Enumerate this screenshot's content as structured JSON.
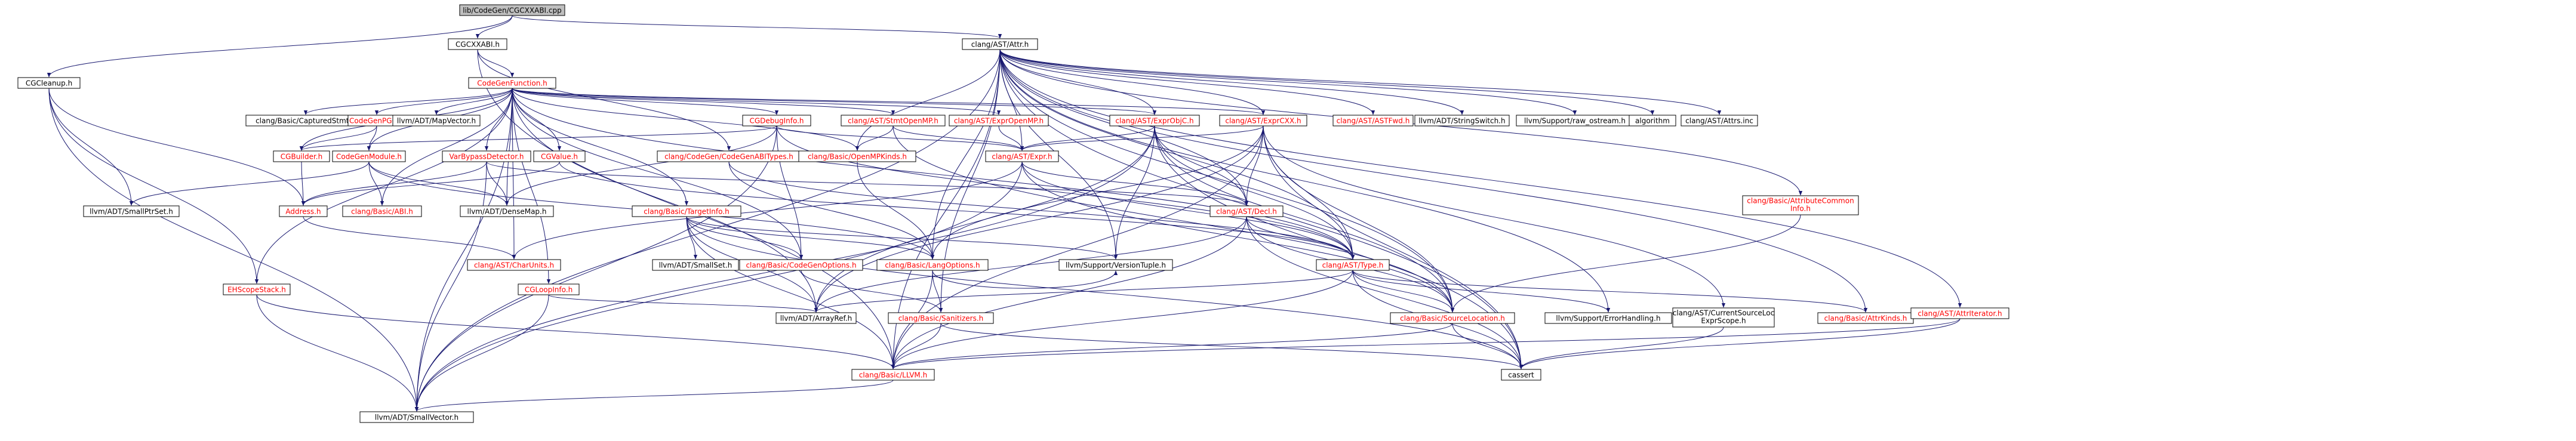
{
  "colors": {
    "edge": "#191970",
    "internal_text": "#ff0000",
    "external_text": "#000000",
    "root_fill": "#bfbfbf",
    "node_fill": "#ffffff"
  },
  "nodes": [
    {
      "id": "root",
      "label": "lib/CodeGen/CGCXXABI.cpp",
      "kind": "root"
    },
    {
      "id": "cgcxxabi",
      "label": "CGCXXABI.h",
      "kind": "external"
    },
    {
      "id": "attr",
      "label": "clang/AST/Attr.h",
      "kind": "external"
    },
    {
      "id": "cgcleanup",
      "label": "CGCleanup.h",
      "kind": "external"
    },
    {
      "id": "codegenfunction",
      "label": "CodeGenFunction.h",
      "kind": "internal"
    },
    {
      "id": "capturedstmt",
      "label": "clang/Basic/CapturedStmt.h",
      "kind": "external"
    },
    {
      "id": "codegenpgo",
      "label": "CodeGenPGO.h",
      "kind": "internal"
    },
    {
      "id": "mapvector",
      "label": "llvm/ADT/MapVector.h",
      "kind": "external"
    },
    {
      "id": "cgbuilder",
      "label": "CGBuilder.h",
      "kind": "internal"
    },
    {
      "id": "codegenmodule",
      "label": "CodeGenModule.h",
      "kind": "internal"
    },
    {
      "id": "varbypass",
      "label": "VarBypassDetector.h",
      "kind": "internal"
    },
    {
      "id": "cgvalue",
      "label": "CGValue.h",
      "kind": "internal"
    },
    {
      "id": "cgabitypes",
      "label": "clang/CodeGen/CodeGenABITypes.h",
      "kind": "internal"
    },
    {
      "id": "cgdebuginfo",
      "label": "CGDebugInfo.h",
      "kind": "internal"
    },
    {
      "id": "stmtopenmp",
      "label": "clang/AST/StmtOpenMP.h",
      "kind": "internal"
    },
    {
      "id": "expropenmp",
      "label": "clang/AST/ExprOpenMP.h",
      "kind": "internal"
    },
    {
      "id": "exprobjc",
      "label": "clang/AST/ExprObjC.h",
      "kind": "internal"
    },
    {
      "id": "exprcxx",
      "label": "clang/AST/ExprCXX.h",
      "kind": "internal"
    },
    {
      "id": "astfwd",
      "label": "clang/AST/ASTFwd.h",
      "kind": "internal"
    },
    {
      "id": "stringswitch",
      "label": "llvm/ADT/StringSwitch.h",
      "kind": "external"
    },
    {
      "id": "rawostream",
      "label": "llvm/Support/raw_ostream.h",
      "kind": "external"
    },
    {
      "id": "algorithm",
      "label": "algorithm",
      "kind": "external"
    },
    {
      "id": "attrsinc",
      "label": "clang/AST/Attrs.inc",
      "kind": "external"
    },
    {
      "id": "smallptrset",
      "label": "llvm/ADT/SmallPtrSet.h",
      "kind": "external"
    },
    {
      "id": "address",
      "label": "Address.h",
      "kind": "internal"
    },
    {
      "id": "ehscopestack",
      "label": "EHScopeStack.h",
      "kind": "internal"
    },
    {
      "id": "basicabi",
      "label": "clang/Basic/ABI.h",
      "kind": "internal"
    },
    {
      "id": "densemap",
      "label": "llvm/ADT/DenseMap.h",
      "kind": "external"
    },
    {
      "id": "openmpkinds",
      "label": "clang/Basic/OpenMPKinds.h",
      "kind": "internal"
    },
    {
      "id": "expr",
      "label": "clang/AST/Expr.h",
      "kind": "internal"
    },
    {
      "id": "attrcommon",
      "label": "clang/Basic/AttributeCommon\nInfo.h",
      "kind": "internal"
    },
    {
      "id": "targetinfo",
      "label": "clang/Basic/TargetInfo.h",
      "kind": "internal"
    },
    {
      "id": "decl",
      "label": "clang/AST/Decl.h",
      "kind": "internal"
    },
    {
      "id": "charunits",
      "label": "clang/AST/CharUnits.h",
      "kind": "internal"
    },
    {
      "id": "cgloopinfo",
      "label": "CGLoopInfo.h",
      "kind": "internal"
    },
    {
      "id": "smallset",
      "label": "llvm/ADT/SmallSet.h",
      "kind": "external"
    },
    {
      "id": "codegenoptions",
      "label": "clang/Basic/CodeGenOptions.h",
      "kind": "internal"
    },
    {
      "id": "langoptions",
      "label": "clang/Basic/LangOptions.h",
      "kind": "internal"
    },
    {
      "id": "versiontuple",
      "label": "llvm/Support/VersionTuple.h",
      "kind": "external"
    },
    {
      "id": "type",
      "label": "clang/AST/Type.h",
      "kind": "internal"
    },
    {
      "id": "arrayref",
      "label": "llvm/ADT/ArrayRef.h",
      "kind": "external"
    },
    {
      "id": "sanitizers",
      "label": "clang/Basic/Sanitizers.h",
      "kind": "internal"
    },
    {
      "id": "sourcelocation",
      "label": "clang/Basic/SourceLocation.h",
      "kind": "internal"
    },
    {
      "id": "errorhandling",
      "label": "llvm/Support/ErrorHandling.h",
      "kind": "external"
    },
    {
      "id": "currentsourceloc",
      "label": "clang/AST/CurrentSourceLoc\nExprScope.h",
      "kind": "external"
    },
    {
      "id": "attrkinds",
      "label": "clang/Basic/AttrKinds.h",
      "kind": "internal"
    },
    {
      "id": "attriterator",
      "label": "clang/AST/AttrIterator.h",
      "kind": "internal"
    },
    {
      "id": "basicllvm",
      "label": "clang/Basic/LLVM.h",
      "kind": "internal"
    },
    {
      "id": "cassert",
      "label": "cassert",
      "kind": "external"
    },
    {
      "id": "smallvector",
      "label": "llvm/ADT/SmallVector.h",
      "kind": "external"
    }
  ],
  "edges": [
    [
      "root",
      "cgcxxabi"
    ],
    [
      "root",
      "attr"
    ],
    [
      "root",
      "cgcleanup"
    ],
    [
      "cgcxxabi",
      "codegenfunction"
    ],
    [
      "cgcxxabi",
      "cgabitypes"
    ],
    [
      "cgcxxabi",
      "basicllvm"
    ],
    [
      "cgcleanup",
      "ehscopestack"
    ],
    [
      "cgcleanup",
      "address"
    ],
    [
      "cgcleanup",
      "smallptrset"
    ],
    [
      "cgcleanup",
      "smallvector"
    ],
    [
      "codegenfunction",
      "capturedstmt"
    ],
    [
      "codegenfunction",
      "codegenpgo"
    ],
    [
      "codegenfunction",
      "mapvector"
    ],
    [
      "codegenfunction",
      "cgbuilder"
    ],
    [
      "codegenfunction",
      "codegenmodule"
    ],
    [
      "codegenfunction",
      "varbypass"
    ],
    [
      "codegenfunction",
      "cgvalue"
    ],
    [
      "codegenfunction",
      "cgdebuginfo"
    ],
    [
      "codegenfunction",
      "stmtopenmp"
    ],
    [
      "codegenfunction",
      "expropenmp"
    ],
    [
      "codegenfunction",
      "exprobjc"
    ],
    [
      "codegenfunction",
      "exprcxx"
    ],
    [
      "codegenfunction",
      "ehscopestack"
    ],
    [
      "codegenfunction",
      "cgloopinfo"
    ],
    [
      "codegenfunction",
      "targetinfo"
    ],
    [
      "codegenfunction",
      "charunits"
    ],
    [
      "codegenfunction",
      "densemap"
    ],
    [
      "codegenfunction",
      "basicabi"
    ],
    [
      "codegenfunction",
      "smallvector"
    ],
    [
      "codegenfunction",
      "arrayref"
    ],
    [
      "codegenfunction",
      "type"
    ],
    [
      "codegenfunction",
      "openmpkinds"
    ],
    [
      "codegenfunction",
      "codegenoptions"
    ],
    [
      "codegenpgo",
      "cgbuilder"
    ],
    [
      "codegenpgo",
      "codegenmodule"
    ],
    [
      "cgbuilder",
      "address"
    ],
    [
      "codegenmodule",
      "basicabi"
    ],
    [
      "codegenmodule",
      "densemap"
    ],
    [
      "codegenmodule",
      "smallptrset"
    ],
    [
      "codegenmodule",
      "langoptions"
    ],
    [
      "varbypass",
      "densemap"
    ],
    [
      "varbypass",
      "address"
    ],
    [
      "varbypass",
      "smallvector"
    ],
    [
      "varbypass",
      "decl"
    ],
    [
      "cgvalue",
      "address"
    ],
    [
      "cgvalue",
      "type"
    ],
    [
      "cgabitypes",
      "langoptions"
    ],
    [
      "cgabitypes",
      "type"
    ],
    [
      "cgdebuginfo",
      "cgbuilder"
    ],
    [
      "cgdebuginfo",
      "expr"
    ],
    [
      "cgdebuginfo",
      "densemap"
    ],
    [
      "cgdebuginfo",
      "codegenoptions"
    ],
    [
      "cgdebuginfo",
      "type"
    ],
    [
      "cgdebuginfo",
      "smallvector"
    ],
    [
      "stmtopenmp",
      "openmpkinds"
    ],
    [
      "stmtopenmp",
      "expr"
    ],
    [
      "stmtopenmp",
      "sourcelocation"
    ],
    [
      "expropenmp",
      "expr"
    ],
    [
      "exprobjc",
      "expr"
    ],
    [
      "exprobjc",
      "decl"
    ],
    [
      "exprobjc",
      "type"
    ],
    [
      "exprobjc",
      "sourcelocation"
    ],
    [
      "exprobjc",
      "arrayref"
    ],
    [
      "exprobjc",
      "versiontuple"
    ],
    [
      "exprobjc",
      "smallvector"
    ],
    [
      "exprobjc",
      "cassert"
    ],
    [
      "exprcxx",
      "expr"
    ],
    [
      "exprcxx",
      "decl"
    ],
    [
      "exprcxx",
      "type"
    ],
    [
      "exprcxx",
      "sourcelocation"
    ],
    [
      "exprcxx",
      "langoptions"
    ],
    [
      "exprcxx",
      "basicllvm"
    ],
    [
      "exprcxx",
      "cassert"
    ],
    [
      "exprcxx",
      "currentsourceloc"
    ],
    [
      "exprcxx",
      "arrayref"
    ],
    [
      "address",
      "charunits"
    ],
    [
      "ehscopestack",
      "basicllvm"
    ],
    [
      "ehscopestack",
      "smallvector"
    ],
    [
      "openmpkinds",
      "langoptions"
    ],
    [
      "expr",
      "decl"
    ],
    [
      "expr",
      "type"
    ],
    [
      "expr",
      "charunits"
    ],
    [
      "expr",
      "smallvector"
    ],
    [
      "expr",
      "sourcelocation"
    ],
    [
      "attrcommon",
      "sourcelocation"
    ],
    [
      "targetinfo",
      "langoptions"
    ],
    [
      "targetinfo",
      "codegenoptions"
    ],
    [
      "targetinfo",
      "smallset"
    ],
    [
      "targetinfo",
      "arrayref"
    ],
    [
      "targetinfo",
      "versiontuple"
    ],
    [
      "targetinfo",
      "basicllvm"
    ],
    [
      "targetinfo",
      "cassert"
    ],
    [
      "decl",
      "type"
    ],
    [
      "decl",
      "sourcelocation"
    ],
    [
      "decl",
      "basicllvm"
    ],
    [
      "decl",
      "arrayref"
    ],
    [
      "decl",
      "cassert"
    ],
    [
      "cgloopinfo",
      "arrayref"
    ],
    [
      "cgloopinfo",
      "smallvector"
    ],
    [
      "codegenoptions",
      "sanitizers"
    ],
    [
      "langoptions",
      "sanitizers"
    ],
    [
      "langoptions",
      "basicllvm"
    ],
    [
      "langoptions",
      "versiontuple"
    ],
    [
      "type",
      "sourcelocation"
    ],
    [
      "type",
      "attrkinds"
    ],
    [
      "type",
      "arrayref"
    ],
    [
      "type",
      "basicllvm"
    ],
    [
      "type",
      "errorhandling"
    ],
    [
      "type",
      "cassert"
    ],
    [
      "sanitizers",
      "basicllvm"
    ],
    [
      "sanitizers",
      "cassert"
    ],
    [
      "sourcelocation",
      "basicllvm"
    ],
    [
      "sourcelocation",
      "cassert"
    ],
    [
      "currentsourceloc",
      "cassert"
    ],
    [
      "attriterator",
      "basicllvm"
    ],
    [
      "attriterator",
      "cassert"
    ],
    [
      "basicllvm",
      "smallvector"
    ],
    [
      "attr",
      "astfwd"
    ],
    [
      "attr",
      "stringswitch"
    ],
    [
      "attr",
      "rawostream"
    ],
    [
      "attr",
      "algorithm"
    ],
    [
      "attr",
      "attrsinc"
    ],
    [
      "attr",
      "exprcxx"
    ],
    [
      "attr",
      "exprobjc"
    ],
    [
      "attr",
      "expr"
    ],
    [
      "attr",
      "decl"
    ],
    [
      "attr",
      "type"
    ],
    [
      "attr",
      "attrcommon"
    ],
    [
      "attr",
      "sourcelocation"
    ],
    [
      "attr",
      "attrkinds"
    ],
    [
      "attr",
      "attriterator"
    ],
    [
      "attr",
      "basicllvm"
    ],
    [
      "attr",
      "cassert"
    ],
    [
      "attr",
      "langoptions"
    ],
    [
      "attr",
      "sanitizers"
    ],
    [
      "attr",
      "versiontuple"
    ],
    [
      "attr",
      "errorhandling"
    ],
    [
      "attr",
      "openmpkinds"
    ],
    [
      "attr",
      "smallvector"
    ]
  ]
}
